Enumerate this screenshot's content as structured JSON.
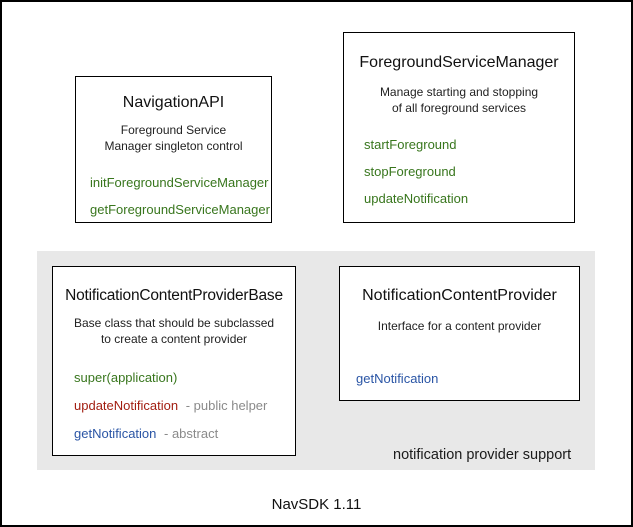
{
  "diagram": {
    "caption": "NavSDK 1.11",
    "group": {
      "label": "notification provider support"
    },
    "colors": {
      "method_green": "#38761d",
      "method_red": "#a21e11",
      "method_blue": "#2a55a5",
      "annotation_gray": "#8a8a8a",
      "group_background": "#e8e8e8",
      "box_border": "#000000",
      "frame_border": "#000000"
    },
    "boxes": {
      "navigation_api": {
        "title": "NavigationAPI",
        "desc1": "Foreground Service",
        "desc2": "Manager singleton control",
        "methods": [
          {
            "name": "initForegroundServiceManager"
          },
          {
            "name": "getForegroundServiceManager"
          }
        ]
      },
      "foreground_service_manager": {
        "title": "ForegroundServiceManager",
        "desc1": "Manage starting and stopping",
        "desc2": "of all foreground services",
        "methods": [
          {
            "name": "startForeground"
          },
          {
            "name": "stopForeground"
          },
          {
            "name": "updateNotification"
          }
        ]
      },
      "notification_content_provider_base": {
        "title": "NotificationContentProviderBase",
        "desc1": "Base class that should be subclassed",
        "desc2": "to create a content provider",
        "methods": [
          {
            "name": "super(application)"
          },
          {
            "name": "updateNotification",
            "annotation": "- public helper"
          },
          {
            "name": "getNotification",
            "annotation": "- abstract"
          }
        ]
      },
      "notification_content_provider": {
        "title": "NotificationContentProvider",
        "desc1": "Interface for a content provider",
        "methods": [
          {
            "name": "getNotification"
          }
        ]
      }
    }
  }
}
